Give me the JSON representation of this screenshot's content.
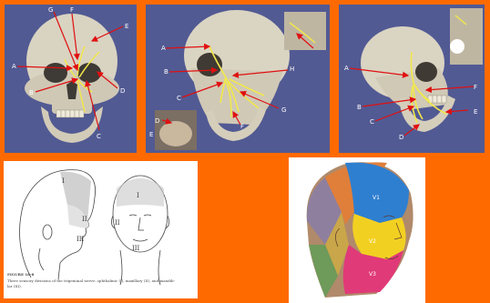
{
  "colors": {
    "background": "#FF6A00",
    "skull_panel": "#525A93",
    "bone": "#D9D3C2",
    "nerve": "#F2E84A",
    "arrow": "#E01010",
    "v1_zone": "#2F7FD0",
    "v2_zone": "#F2D022",
    "v3_zone": "#E03A78"
  },
  "panel_front": {
    "labels": {
      "g": "G",
      "f": "F",
      "e": "E",
      "a": "A",
      "b": "B",
      "c": "C",
      "d": "D"
    }
  },
  "panel_lateral": {
    "labels": {
      "a": "A",
      "b": "B",
      "c": "C",
      "d": "D",
      "e": "E",
      "f": "F",
      "g": "G",
      "h": "H"
    }
  },
  "panel_oblique": {
    "labels": {
      "a": "A",
      "b": "B",
      "c": "C",
      "d": "D",
      "e": "E",
      "f": "F"
    }
  },
  "panel_drawing": {
    "labels": {
      "i_left": "I",
      "ii_left": "II",
      "iii_left": "III",
      "i_right": "I",
      "ii_right": "II",
      "iii_right": "III"
    },
    "caption_title": "FIGURE 18-8",
    "caption_line1": "Three sensory divisions of the trigeminal nerve: ophthalmic (I), maxillary (II), and mandib-",
    "caption_line2": "lar (III)."
  },
  "panel_dermatome": {
    "labels": {
      "v1": "V1",
      "v2": "V2",
      "v3": "V3"
    }
  }
}
